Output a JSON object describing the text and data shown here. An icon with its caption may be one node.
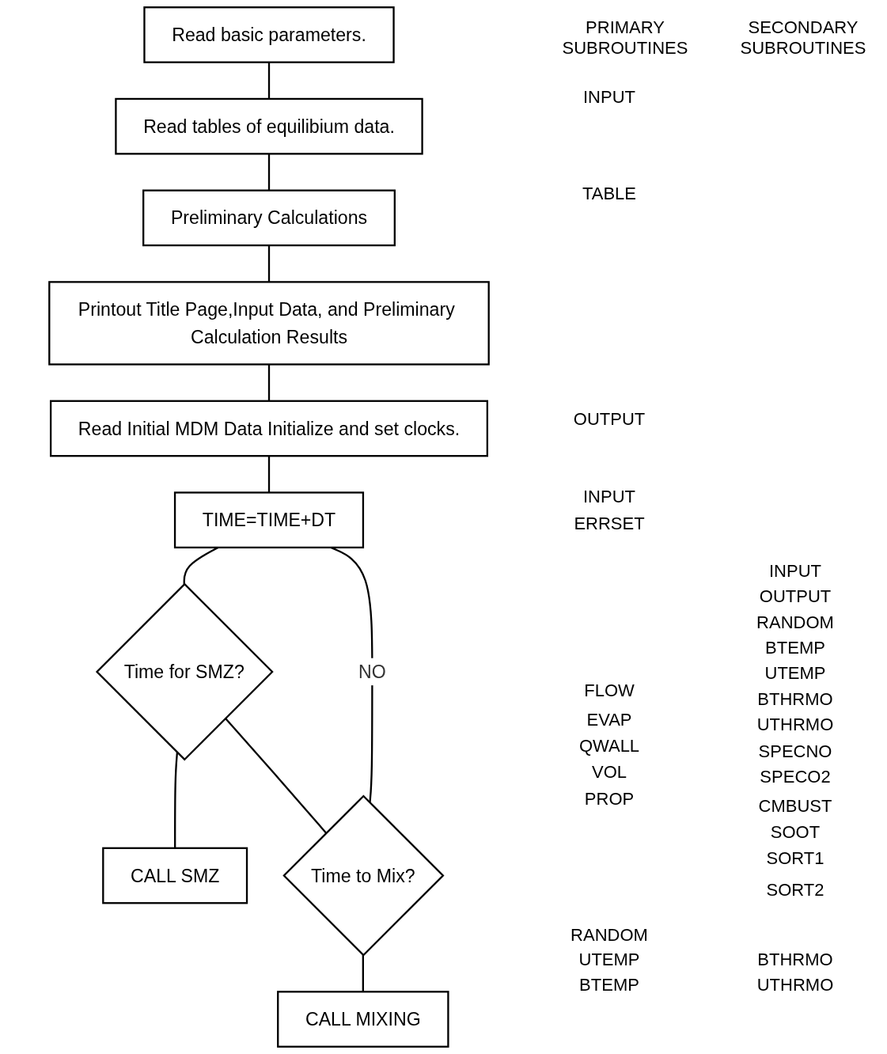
{
  "diagram": {
    "nodes": [
      {
        "text": [
          "Read basic parameters."
        ]
      },
      {
        "text": [
          "Read tables of equilibium data."
        ]
      },
      {
        "text": [
          "Preliminary Calculations"
        ]
      },
      {
        "text": [
          "Printout Title Page,Input Data, and Preliminary Calculation Results"
        ]
      },
      {
        "text": [
          "Read Initial MDM Data Initialize and set clocks."
        ]
      },
      {
        "text": [
          "TIME=TIME+DT"
        ]
      },
      {
        "text": [
          "Time for SMZ?"
        ]
      },
      {
        "text": [
          "CALL SMZ"
        ]
      },
      {
        "text": [
          "Time to Mix?"
        ]
      },
      {
        "text": [
          "CALL MIXING"
        ]
      }
    ],
    "edges": [
      {
        "from": 0,
        "to": 1,
        "arrow": "none"
      },
      {
        "from": 1,
        "to": 2,
        "arrow": "none"
      },
      {
        "from": 2,
        "to": 3,
        "arrow": "none"
      },
      {
        "from": 3,
        "to": 4,
        "arrow": "none"
      },
      {
        "from": 4,
        "to": 5,
        "arrow": "none"
      },
      {
        "from": 5,
        "to": 6,
        "arrow": "none"
      },
      {
        "from": 6,
        "to": 7,
        "arrow": "none"
      },
      {
        "from": 6,
        "to": 8,
        "arrow": "none"
      },
      {
        "from": 8,
        "to": 9,
        "arrow": "none"
      },
      {
        "from": 8,
        "to": 5,
        "arrow": "none",
        "label": "NO"
      }
    ],
    "labels": [
      "PRIMARY SUBROUTINES",
      "SECONDARY SUBROUTINES",
      "INPUT",
      "TABLE",
      "OUTPUT",
      "INPUT",
      "ERRSET",
      "INPUT",
      "OUTPUT",
      "RANDOM",
      "BTEMP",
      "UTEMP",
      "FLOW",
      "BTHRMO",
      "EVAP",
      "UTHRMO",
      "QWALL",
      "SPECNO",
      "VOL",
      "SPECO2",
      "PROP",
      "CMBUST",
      "SOOT",
      "SORT1",
      "SORT2",
      "RANDOM",
      "UTEMP",
      "BTHRMO",
      "BTEMP",
      "UTHRMO"
    ]
  }
}
